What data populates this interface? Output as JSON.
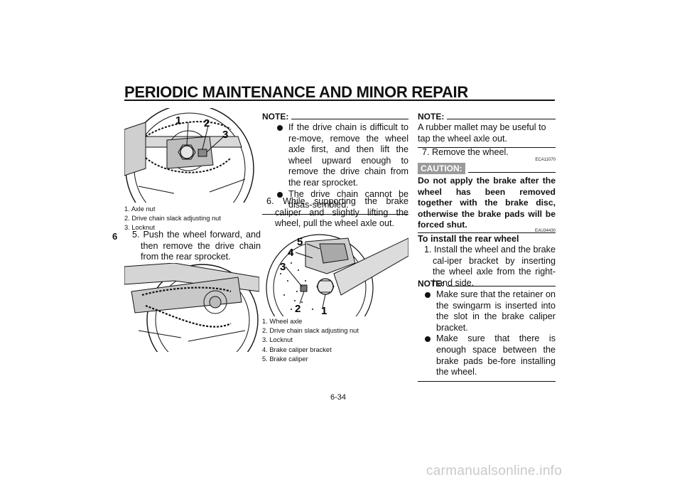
{
  "header": {
    "title": "PERIODIC MAINTENANCE AND MINOR REPAIR",
    "chapter_tab": "6"
  },
  "col1": {
    "figure1_callouts": [
      "1",
      "2",
      "3"
    ],
    "figure1_captions": [
      "1.  Axle nut",
      "2.  Drive chain slack adjusting nut",
      "3.  Locknut"
    ],
    "step5": "5.  Push the wheel forward, and then remove the drive chain from the rear sprocket."
  },
  "col2": {
    "note_label": "NOTE:",
    "note_bullets": [
      "If the drive chain is difficult to re-move, remove the wheel axle first, and then lift the wheel upward enough to remove the drive chain from the rear sprocket.",
      "The drive chain cannot be disas-sembled."
    ],
    "step6": "6.  While supporting the brake caliper and slightly lifting the wheel, pull the wheel axle out.",
    "figure3_callouts": [
      "1",
      "2",
      "3",
      "4",
      "5"
    ],
    "figure3_captions": [
      "1.  Wheel axle",
      "2.  Drive chain slack adjusting nut",
      "3.  Locknut",
      "4.  Brake caliper bracket",
      "5.  Brake caliper"
    ]
  },
  "col3": {
    "note_label": "NOTE:",
    "note_text": "A rubber mallet may be useful to tap the wheel axle out.",
    "step7": "7.  Remove the wheel.",
    "code1": "ECA11070",
    "caution_label": "CAUTION:",
    "caution_text": "Do not apply the brake after the wheel has been removed together with the brake disc, otherwise the brake pads will be forced shut.",
    "code2": "EAU34430",
    "subhead": "To install the rear wheel",
    "step1": "1.  Install the wheel and the brake cal-iper bracket by inserting the wheel axle from the right-hand side.",
    "note2_label": "NOTE:",
    "note2_bullets": [
      "Make sure that the retainer on the swingarm is inserted into the slot in the brake caliper bracket.",
      "Make sure that there is enough space between the brake pads be-fore installing the wheel."
    ]
  },
  "footer": {
    "page_number": "6-34",
    "watermark": "carmanualsonline.info"
  }
}
